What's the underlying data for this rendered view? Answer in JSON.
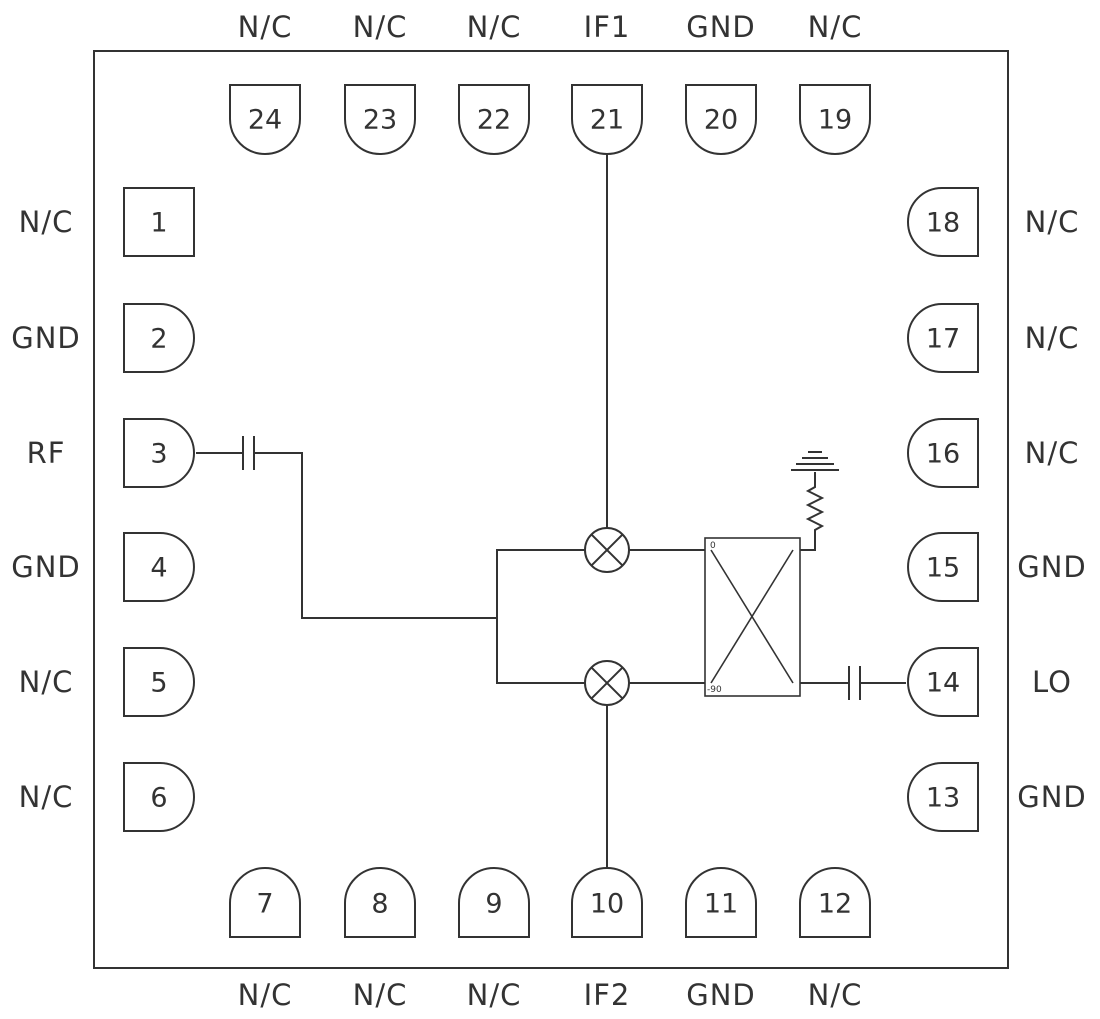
{
  "pins": [
    {
      "num": "1",
      "label": "N/C"
    },
    {
      "num": "2",
      "label": "GND"
    },
    {
      "num": "3",
      "label": "RF"
    },
    {
      "num": "4",
      "label": "GND"
    },
    {
      "num": "5",
      "label": "N/C"
    },
    {
      "num": "6",
      "label": "N/C"
    },
    {
      "num": "7",
      "label": "N/C"
    },
    {
      "num": "8",
      "label": "N/C"
    },
    {
      "num": "9",
      "label": "N/C"
    },
    {
      "num": "10",
      "label": "IF2"
    },
    {
      "num": "11",
      "label": "GND"
    },
    {
      "num": "12",
      "label": "N/C"
    },
    {
      "num": "13",
      "label": "GND"
    },
    {
      "num": "14",
      "label": "LO"
    },
    {
      "num": "15",
      "label": "GND"
    },
    {
      "num": "16",
      "label": "N/C"
    },
    {
      "num": "17",
      "label": "N/C"
    },
    {
      "num": "18",
      "label": "N/C"
    },
    {
      "num": "19",
      "label": "N/C"
    },
    {
      "num": "20",
      "label": "GND"
    },
    {
      "num": "21",
      "label": "IF1"
    },
    {
      "num": "22",
      "label": "N/C"
    },
    {
      "num": "23",
      "label": "N/C"
    },
    {
      "num": "24",
      "label": "N/C"
    }
  ],
  "hybrid": {
    "port_top": "0",
    "port_bottom": "-90"
  }
}
